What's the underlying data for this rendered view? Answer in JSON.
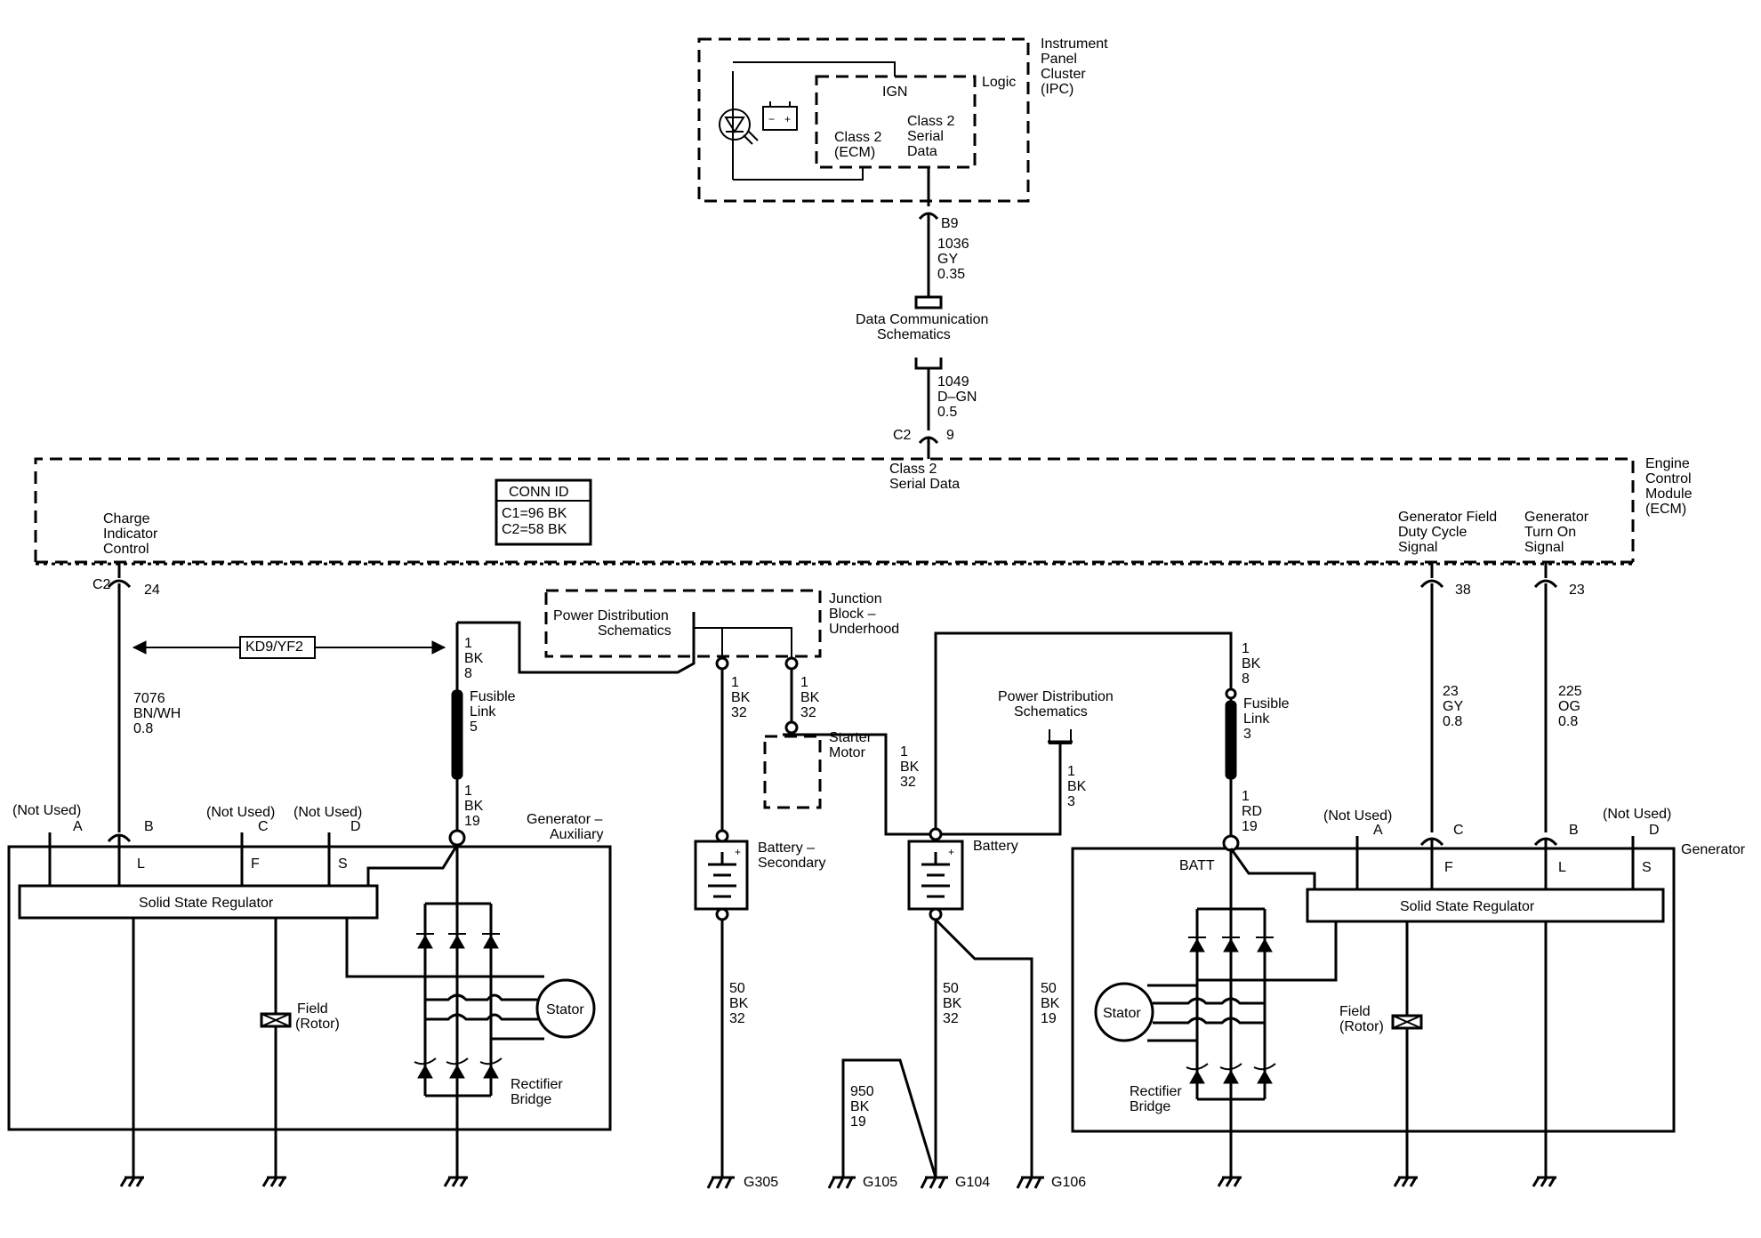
{
  "ipc": {
    "name_lines": [
      "Instrument",
      "Panel",
      "Cluster",
      "(IPC)"
    ],
    "logic": "Logic",
    "ign": "IGN",
    "class2_ecm": [
      "Class 2",
      "(ECM)"
    ],
    "class2_serial": [
      "Class 2",
      "Serial",
      "Data"
    ]
  },
  "top_wires": {
    "b9": "B9",
    "w1036": [
      "1036",
      "GY",
      "0.35"
    ],
    "data_comm": [
      "Data Communication",
      "Schematics"
    ],
    "w1049": [
      "1049",
      "D–GN",
      "0.5"
    ],
    "c2": "C2",
    "pin9": "9",
    "class2_serial_data": [
      "Class 2",
      "Serial Data"
    ]
  },
  "ecm": {
    "name_lines": [
      "Engine",
      "Control",
      "Module",
      "(ECM)"
    ],
    "conn_id_title": "CONN ID",
    "conn_id_lines": [
      "C1=96 BK",
      "C2=58 BK"
    ],
    "charge_indicator": [
      "Charge",
      "Indicator",
      "Control"
    ],
    "gen_field": [
      "Generator Field",
      "Duty Cycle",
      "Signal"
    ],
    "gen_turn_on": [
      "Generator",
      "Turn On",
      "Signal"
    ],
    "c2_label": "C2",
    "pin24": "24",
    "pin38": "38",
    "pin23": "23"
  },
  "left": {
    "kd9": "KD9/YF2",
    "w7076": [
      "7076",
      "BN/WH",
      "0.8"
    ],
    "w1bk8": [
      "1",
      "BK",
      "8"
    ],
    "fusible": [
      "Fusible",
      "Link",
      "5"
    ],
    "w1bk19": [
      "1",
      "BK",
      "19"
    ],
    "not_used_a": "(Not Used)",
    "not_used_c": "(Not Used)",
    "not_used_d": "(Not Used)",
    "pin_a": "A",
    "pin_b": "B",
    "pin_c": "C",
    "pin_d": "D",
    "gen_aux": [
      "Generator –",
      "Auxiliary"
    ],
    "tab_l": "L",
    "tab_f": "F",
    "tab_s": "S",
    "regulator": "Solid State Regulator",
    "field": [
      "Field",
      "(Rotor)"
    ],
    "stator": "Stator",
    "rectifier": [
      "Rectifier",
      "Bridge"
    ]
  },
  "middle": {
    "pd_schem": [
      "Power Distribution",
      "Schematics"
    ],
    "junction": [
      "Junction",
      "Block –",
      "Underhood"
    ],
    "w1bk32a": [
      "1",
      "BK",
      "32"
    ],
    "w1bk32b": [
      "1",
      "BK",
      "32"
    ],
    "starter": [
      "Starter",
      "Motor"
    ],
    "w1bk32c": [
      "1",
      "BK",
      "32"
    ],
    "battery_secondary": [
      "Battery –",
      "Secondary"
    ],
    "w50bk32a": [
      "50",
      "BK",
      "32"
    ],
    "g305": "G305",
    "battery": "Battery",
    "pd_schem2": [
      "Power Distribution",
      "Schematics"
    ],
    "w1bk3": [
      "1",
      "BK",
      "3"
    ],
    "w950": [
      "950",
      "BK",
      "19"
    ],
    "w50bk32b": [
      "50",
      "BK",
      "32"
    ],
    "w50bk19": [
      "50",
      "BK",
      "19"
    ],
    "g105": "G105",
    "g104": "G104",
    "g106": "G106"
  },
  "right": {
    "w1bk8": [
      "1",
      "BK",
      "8"
    ],
    "fusible": [
      "Fusible",
      "Link",
      "3"
    ],
    "w1rd19": [
      "1",
      "RD",
      "19"
    ],
    "w23gy": [
      "23",
      "GY",
      "0.8"
    ],
    "w225og": [
      "225",
      "OG",
      "0.8"
    ],
    "not_used_a": "(Not Used)",
    "not_used_d": "(Not Used)",
    "pin_a": "A",
    "pin_c": "C",
    "pin_b": "B",
    "pin_d": "D",
    "generator": "Generator",
    "batt": "BATT",
    "tab_f": "F",
    "tab_l": "L",
    "tab_s": "S",
    "regulator": "Solid State Regulator",
    "field": [
      "Field",
      "(Rotor)"
    ],
    "stator": "Stator",
    "rectifier": [
      "Rectifier",
      "Bridge"
    ]
  }
}
